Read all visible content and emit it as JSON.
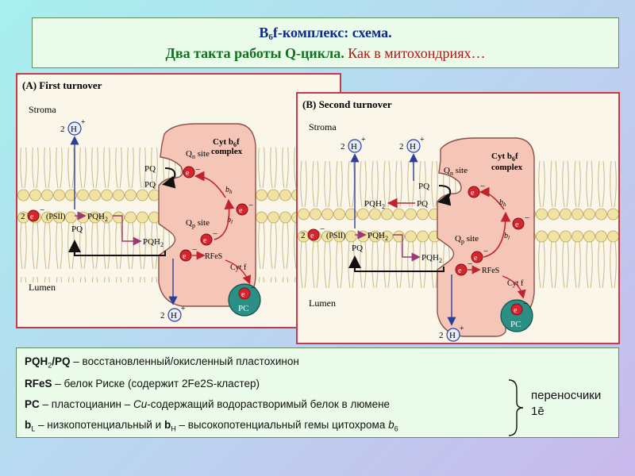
{
  "title": {
    "line1_pre": "B",
    "line1_sub": "6",
    "line1_post": "f-комплекс:  схема.",
    "line2_main": "Два такта работы Q-цикла.",
    "line2_red": "Как в митохондриях…"
  },
  "panel_a": {
    "heading": "(A)   First turnover",
    "stroma": "Stroma",
    "lumen": "Lumen",
    "complex_line1": "Cyt b",
    "complex_sub": "6",
    "complex_line1_post": "f",
    "complex_line2": "complex",
    "qn_site": "Q",
    "qn_sub": "n",
    "qn_post": " site",
    "qp_site": "Q",
    "qp_sub": "p",
    "qp_post": " site",
    "pq": "PQ",
    "pqh2": "PQH",
    "h2": "2",
    "psii": "(PSII)",
    "two": "2",
    "h": "H",
    "plus": "+",
    "e": "e",
    "minus": "−",
    "bh": "b",
    "bh_sub": "h",
    "bl": "b",
    "bl_sub": "l",
    "rfes": "RFeS",
    "cytf": "Cyt f",
    "pc": "PC"
  },
  "panel_b": {
    "heading": "(B)   Second turnover",
    "stroma": "Stroma",
    "lumen": "Lumen",
    "complex_line1": "Cyt b",
    "complex_sub": "6",
    "complex_line1_post": "f",
    "complex_line2": "complex",
    "qn_site": "Q",
    "qn_sub": "n",
    "qn_post": " site",
    "qp_site": "Q",
    "qp_sub": "p",
    "qp_post": " site",
    "pq": "PQ",
    "pqh2": "PQH",
    "h2": "2",
    "psii": "(PSII)",
    "two": "2",
    "h": "H",
    "plus": "+",
    "e": "e",
    "minus": "−",
    "bh": "b",
    "bh_sub": "h",
    "bl": "b",
    "bl_sub": "l",
    "rfes": "RFeS",
    "cytf": "Cyt f",
    "pc": "PC"
  },
  "legend": {
    "r1_term": "PQH",
    "r1_sub": "2",
    "r1_term2": "/PQ",
    "r1_desc": " – восстановленный/окисленный пластохинон",
    "r2_term": "RFeS",
    "r2_desc": " – белок Риске (содержит 2Fe2S-кластер)",
    "r3_term": "PC",
    "r3_desc1": " – пластоцианин – ",
    "r3_italic": "Cu",
    "r3_desc2": "-содержащий водорастворимый белок в люмене",
    "r4_term1": "b",
    "r4_sub1": "L",
    "r4_mid": " – низкопотенциальный и ",
    "r4_term2": "b",
    "r4_sub2": "H",
    "r4_desc": " – высокопотенциальный гемы цитохрома ",
    "r4_italic": "b",
    "r4_sub3": "6",
    "carriers1": "переносчики",
    "carriers2": "1ē"
  },
  "colors": {
    "membrane_head": "#f0e3a4",
    "complex": "#f5c6b8",
    "pc": "#2b8f86",
    "electron": "#d5262e",
    "arrow_red": "#c2222b",
    "arrow_blue": "#2b3f9a",
    "arrow_purple": "#9b3a73"
  }
}
